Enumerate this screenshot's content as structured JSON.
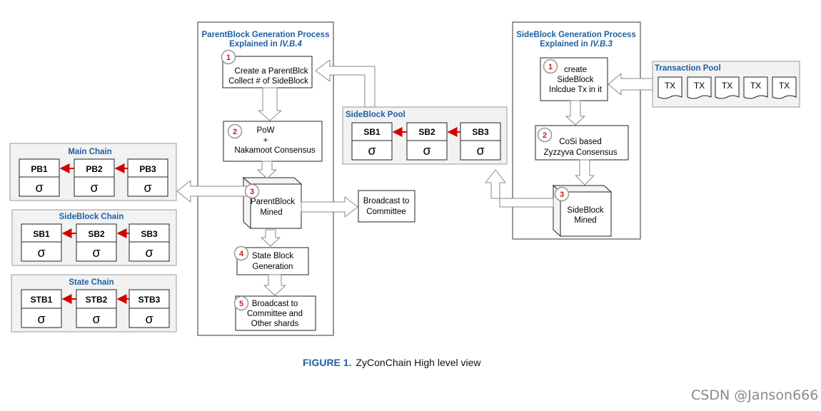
{
  "panels": {
    "parent": {
      "title1": "ParentBlock Generation Process",
      "title2_prefix": "Explained in ",
      "title2_ref": "IV.B.4"
    },
    "side": {
      "title1": "SideBlock Generation Process",
      "title2_prefix": "Explained in ",
      "title2_ref": "IV.B.3"
    }
  },
  "parent_steps": {
    "s1": {
      "num": "1",
      "line1": "Create a ParentBlck",
      "line2": "Collect # of SideBlock"
    },
    "s2": {
      "num": "2",
      "line1": "PoW",
      "line2": "+",
      "line3": "Nakamoot Consensus"
    },
    "s3": {
      "num": "3",
      "line1": "ParentBlock",
      "line2": "Mined"
    },
    "s4": {
      "num": "4",
      "line1": "State Block",
      "line2": "Generation"
    },
    "s5": {
      "num": "5",
      "line1": "Broadcast to",
      "line2": "Committee and",
      "line3": "Other shards"
    }
  },
  "side_steps": {
    "s1": {
      "num": "1",
      "line1": "create",
      "line2": "SideBlock",
      "line3": "Inlcdue Tx in it"
    },
    "s2": {
      "num": "2",
      "line1": "CoSi based",
      "line2": "Zyzzyva Consensus"
    },
    "s3": {
      "num": "3",
      "line1": "SideBlock",
      "line2": "Mined"
    }
  },
  "broadcast_committee": {
    "line1": "Broadcast to",
    "line2": "Committee"
  },
  "sideblock_pool": {
    "title": "SideBlock Pool",
    "blocks": [
      "SB1",
      "SB2",
      "SB3"
    ]
  },
  "transaction_pool": {
    "title": "Transaction Pool",
    "items": [
      "TX",
      "TX",
      "TX",
      "TX",
      "TX"
    ]
  },
  "chains": {
    "main": {
      "title": "Main Chain",
      "blocks": [
        "PB1",
        "PB2",
        "PB3"
      ]
    },
    "sideblock": {
      "title": "SideBlock Chain",
      "blocks": [
        "SB1",
        "SB2",
        "SB3"
      ]
    },
    "state": {
      "title": "State Chain",
      "blocks": [
        "STB1",
        "STB2",
        "STB3"
      ]
    }
  },
  "sigma": "σ",
  "caption": {
    "figure": "FIGURE 1.",
    "text": "ZyConChain High level view"
  },
  "watermark": "CSDN @Janson666",
  "colors": {
    "title_blue": "#1f5fa3",
    "circle_red": "#c41e1e",
    "arrow_red": "#d40000",
    "panel_gray": "#f2f2f2"
  }
}
